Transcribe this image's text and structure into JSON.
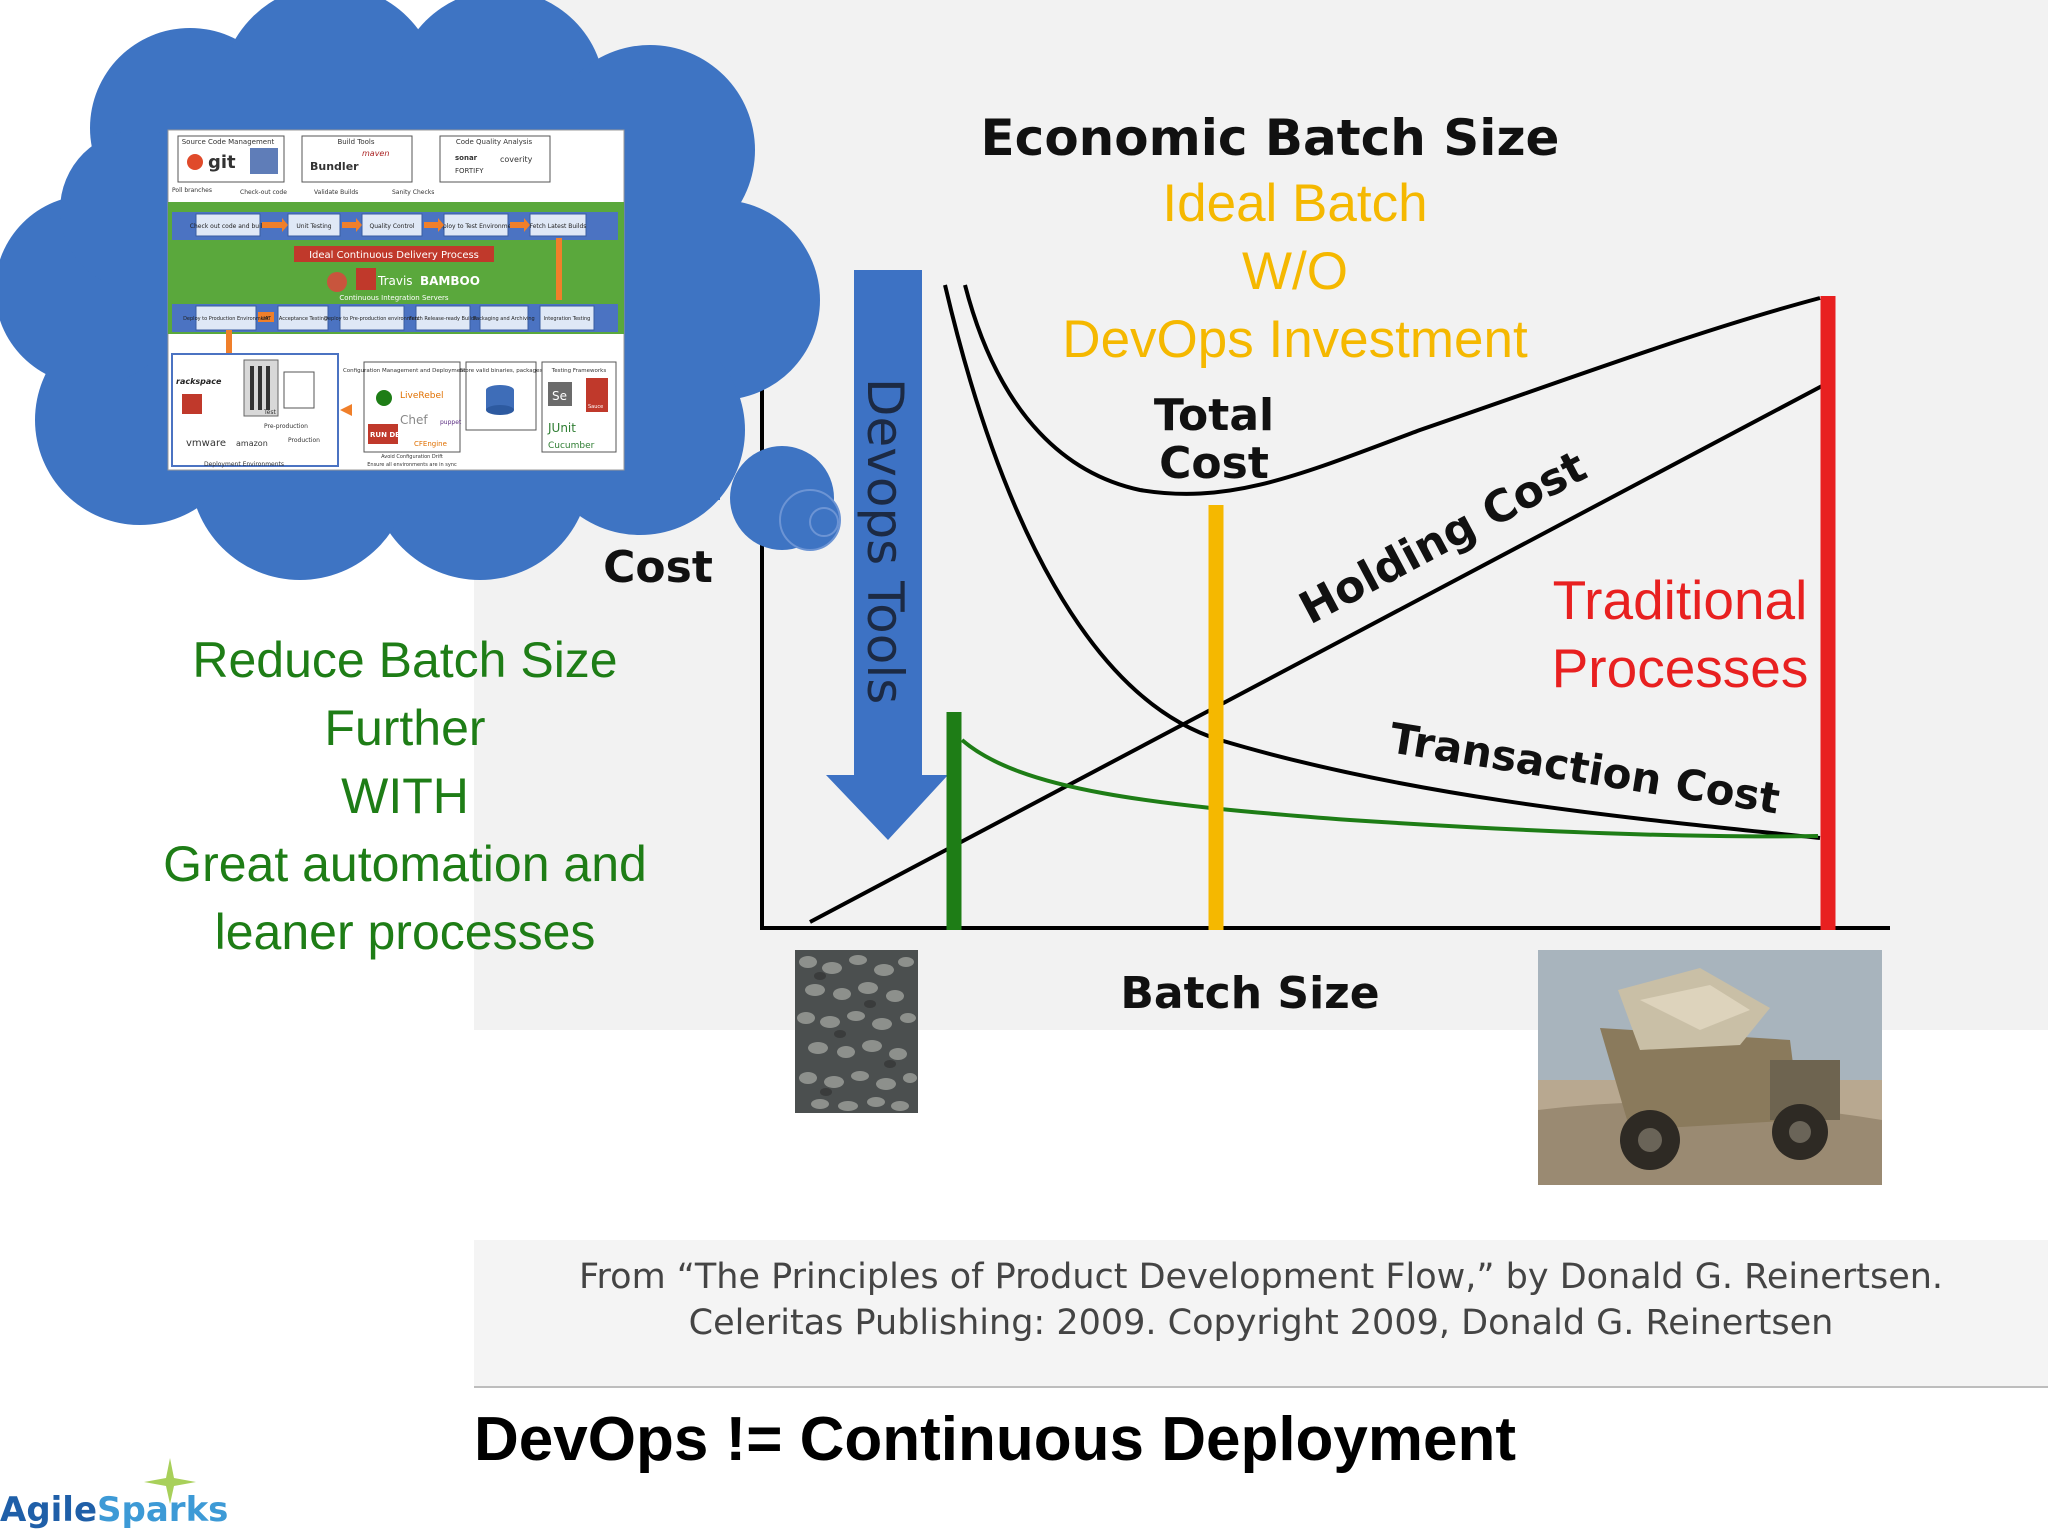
{
  "chart": {
    "title": "Economic Batch Size",
    "y_label": "Cost",
    "x_label": "Batch Size",
    "curve_labels": {
      "total_line1": "Total",
      "total_line2": "Cost",
      "holding": "Holding Cost",
      "transaction": "Transaction Cost"
    }
  },
  "ideal_batch": [
    "Ideal Batch",
    "W/O",
    "DevOps Investment"
  ],
  "traditional": [
    "Traditional",
    "Processes"
  ],
  "devops_arrow_label": "Devops Tools",
  "reduce_text": [
    "Reduce Batch Size",
    "Further",
    "WITH",
    "Great automation and",
    "leaner processes"
  ],
  "citation": [
    "From “The Principles of Product Development Flow,” by Donald G. Reinertsen.",
    "Celeritas Publishing: 2009. Copyright 2009, Donald G. Reinertsen"
  ],
  "footer_title": "DevOps != Continuous Deployment",
  "logo": {
    "part1": "Agile",
    "part2": "Sparks"
  },
  "pipeline": {
    "source_code": "Source Code Management",
    "build_tools": "Build Tools",
    "code_quality": "Code Quality Analysis",
    "git": "git",
    "bundler": "Bundler",
    "maven": "maven",
    "sonar": "sonar",
    "coverity": "coverity",
    "fortify": "FORTIFY",
    "poll": "Poll branches",
    "checkout": "Check-out code",
    "validate": "Validate Builds",
    "sanity": "Sanity Checks",
    "row1": [
      "Check out code and build",
      "Unit Testing",
      "Quality Control",
      "Deploy to Test Environment",
      "Fetch Latest Builds"
    ],
    "process_title": "Ideal Continuous Delivery Process",
    "travis": "Travis",
    "bamboo": "BAMBOO",
    "ci_servers": "Continuous Integration Servers",
    "row2": [
      "Deploy to Production Environment",
      "UAT",
      "Acceptance Testing",
      "Deploy to Pre-production environment",
      "Fetch Release-ready Builds",
      "Packaging and Archiving",
      "Integration Testing"
    ],
    "rackspace": "rackspace",
    "test": "Test",
    "preprod": "Pre-production",
    "production": "Production",
    "vmware": "vmware",
    "amazon": "amazon",
    "deploy_env": "Deployment Environments",
    "config_mgmt": "Configuration Management and Deployment Tools",
    "liverebel": "LiveRebel",
    "chef": "Chef",
    "puppet": "puppet",
    "rundeck": "RUN DECK",
    "cfengine": "CFEngine",
    "drift1": "Avoid Configuration Drift",
    "drift2": "Ensure all environments are in sync",
    "store": "Store valid binaries, packages",
    "test_frameworks": "Testing Frameworks",
    "sel": "Se",
    "sauce": "Sauce",
    "junit": "JUnit",
    "cucumber": "Cucumber"
  },
  "colors": {
    "green": "#1e7d16",
    "orange": "#f5b800",
    "red": "#e82020",
    "cloud": "#3e74c3",
    "arrow": "#3d72c4"
  }
}
